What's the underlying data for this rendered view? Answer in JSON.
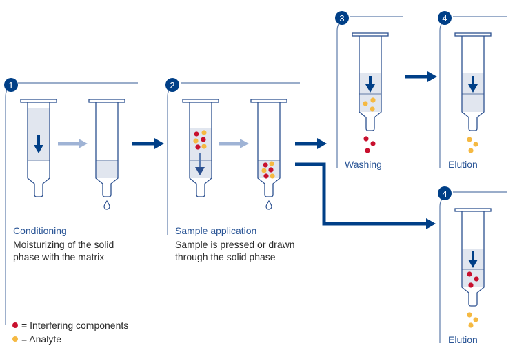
{
  "colors": {
    "primary": "#003f87",
    "outline": "#2d5190",
    "bracket": "#5d7cab",
    "fill": "#e1e6ef",
    "light_arrow": "#9fb3d5",
    "interfering": "#c8102e",
    "analyte": "#f5b942"
  },
  "steps": [
    {
      "number": "1",
      "title": "Conditioning",
      "description_lines": [
        "Moisturizing of the solid",
        "phase with the matrix"
      ]
    },
    {
      "number": "2",
      "title": "Sample application",
      "description_lines": [
        "Sample is pressed or drawn",
        "through the solid phase"
      ]
    },
    {
      "number": "3",
      "title": "Washing"
    },
    {
      "number": "4",
      "title": "Elution"
    },
    {
      "number": "4",
      "title": "Elution"
    }
  ],
  "legend": [
    {
      "symbol": "red-dot",
      "label": "= Interfering components"
    },
    {
      "symbol": "yellow-dot",
      "label": "= Analyte"
    }
  ]
}
